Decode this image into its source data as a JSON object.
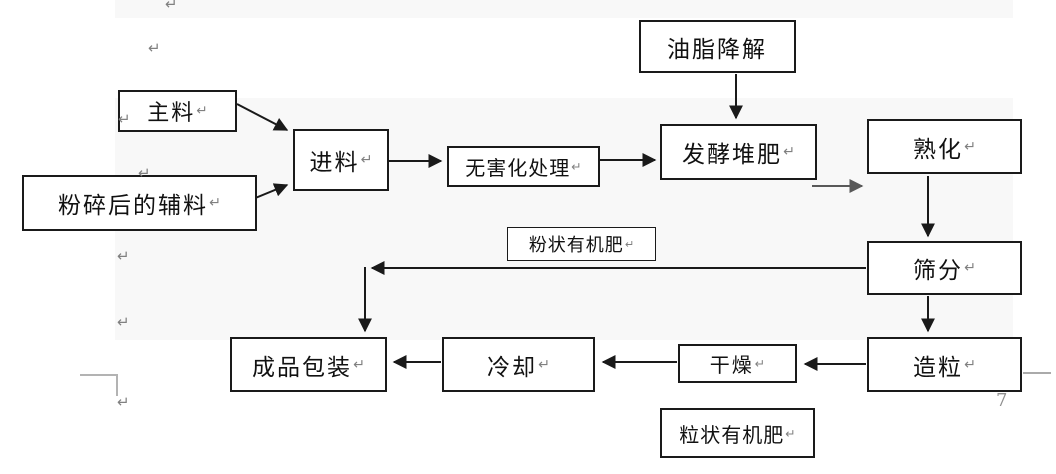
{
  "page": {
    "number": "7"
  },
  "marks": {
    "pilcrow": "↵"
  },
  "colors": {
    "box_border": "#1a1a1a",
    "arrow_black": "#1a1a1a",
    "arrow_gray": "#595959",
    "band_gray": "#f8f8f8",
    "formatting_mark_gray": "#808080",
    "margin_guide_gray": "#b3b3b3"
  },
  "flowchart": {
    "nodes": {
      "oil_degradation": {
        "label": "油脂降解",
        "mark": ""
      },
      "main_material": {
        "label": "主料",
        "mark": "↵"
      },
      "crushed_auxiliary": {
        "label": "粉碎后的辅料",
        "mark": "↵"
      },
      "feed": {
        "label": "进料",
        "mark": "↵"
      },
      "harmless_treatment": {
        "label": "无害化处理",
        "mark": "↵"
      },
      "fermentation_compost": {
        "label": "发酵堆肥",
        "mark": "↵"
      },
      "maturation": {
        "label": "熟化",
        "mark": "↵"
      },
      "sieving": {
        "label": "筛分",
        "mark": "↵"
      },
      "powder_fertilizer": {
        "label": "粉状有机肥",
        "mark": "↵"
      },
      "product_packaging": {
        "label": "成品包装",
        "mark": "↵"
      },
      "cooling": {
        "label": "冷却",
        "mark": "↵"
      },
      "drying": {
        "label": "干燥",
        "mark": "↵"
      },
      "granulation": {
        "label": "造粒",
        "mark": "↵"
      },
      "granular_fertilizer": {
        "label": "粒状有机肥",
        "mark": "↵"
      }
    },
    "edges": [
      {
        "from": "main_material",
        "to": "feed"
      },
      {
        "from": "crushed_auxiliary",
        "to": "feed"
      },
      {
        "from": "feed",
        "to": "harmless_treatment"
      },
      {
        "from": "harmless_treatment",
        "to": "fermentation_compost"
      },
      {
        "from": "oil_degradation",
        "to": "fermentation_compost"
      },
      {
        "from": "fermentation_compost",
        "to": "maturation"
      },
      {
        "from": "maturation",
        "to": "sieving"
      },
      {
        "from": "sieving",
        "to": "product_packaging",
        "label_node": "powder_fertilizer"
      },
      {
        "from": "sieving",
        "to": "granulation"
      },
      {
        "from": "granulation",
        "to": "drying"
      },
      {
        "from": "drying",
        "to": "cooling"
      },
      {
        "from": "cooling",
        "to": "product_packaging",
        "label_node": "granular_fertilizer"
      }
    ]
  }
}
